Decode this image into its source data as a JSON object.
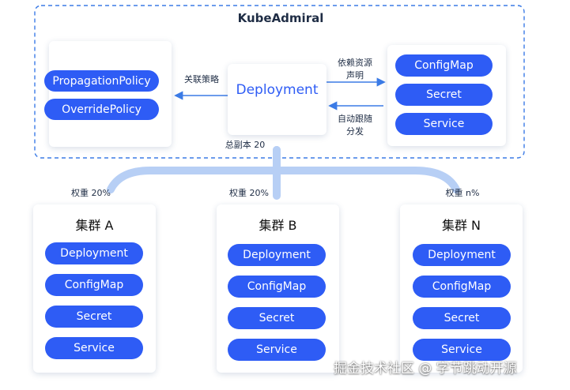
{
  "frame": {
    "title": "KubeAdmiral"
  },
  "policies": [
    "PropagationPolicy",
    "OverridePolicy"
  ],
  "center": {
    "label": "Deployment"
  },
  "resources": [
    "ConfigMap",
    "Secret",
    "Service"
  ],
  "labels": {
    "link_policy": "关联策略",
    "depend_line1": "依赖资源",
    "depend_line2": "声明",
    "follow_line1": "自动跟随",
    "follow_line2": "分发",
    "total_replicas": "总副本 20"
  },
  "weights": [
    "权重 20%",
    "权重 20%",
    "权重 n%"
  ],
  "clusters": [
    {
      "name": "集群 A",
      "items": [
        "Deployment",
        "ConfigMap",
        "Secret",
        "Service"
      ]
    },
    {
      "name": "集群 B",
      "items": [
        "Deployment",
        "ConfigMap",
        "Secret",
        "Service"
      ]
    },
    {
      "name": "集群 N",
      "items": [
        "Deployment",
        "ConfigMap",
        "Secret",
        "Service"
      ]
    }
  ],
  "watermark": "掘金技术社区 @ 字节跳动开源",
  "colors": {
    "accent": "#2e5cf5",
    "frame_border": "#3b7be6",
    "connector": "#b7cff5"
  }
}
